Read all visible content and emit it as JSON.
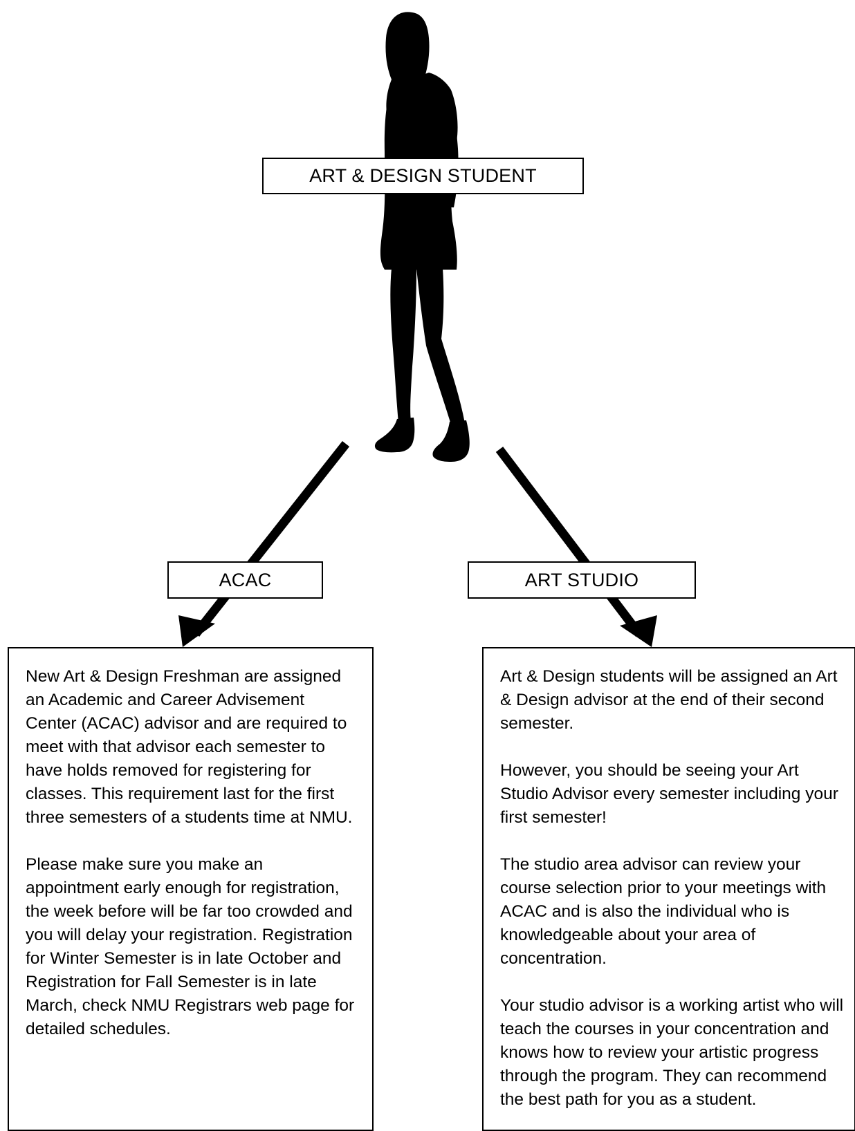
{
  "diagram": {
    "top_node": {
      "label": "ART & DESIGN STUDENT",
      "image": "student-silhouette"
    },
    "branches": [
      {
        "label": "ACAC",
        "paragraphs": [
          "New Art & Design Freshman are assigned an Academic and Career Advisement Center (ACAC) advisor and are required to meet with that advisor each semester to have holds removed for registering for classes. This requirement last for the first three semesters of a students time at NMU.",
          "Please make sure you make an appointment early enough for registration, the week before will be far too crowded and you will delay your registration. Registration for Winter Semester is in late October and Registration for Fall Semester is in late March, check NMU Registrars web page for detailed schedules."
        ]
      },
      {
        "label": "ART STUDIO",
        "paragraphs": [
          "Art & Design students will be assigned an Art & Design advisor at the end of their second semester.",
          "However, you should be seeing your Art Studio Advisor every semester including your first semester!",
          "The studio area advisor can review your course selection prior to your meetings with ACAC and is also the individual who is knowledgeable about your area of concentration.",
          "Your studio advisor is a working artist who will teach the courses in your concentration and knows how to review your artistic progress through the program. They can recommend the best path for you as a student."
        ]
      }
    ],
    "colors": {
      "ink": "#000000",
      "background": "#ffffff"
    }
  }
}
